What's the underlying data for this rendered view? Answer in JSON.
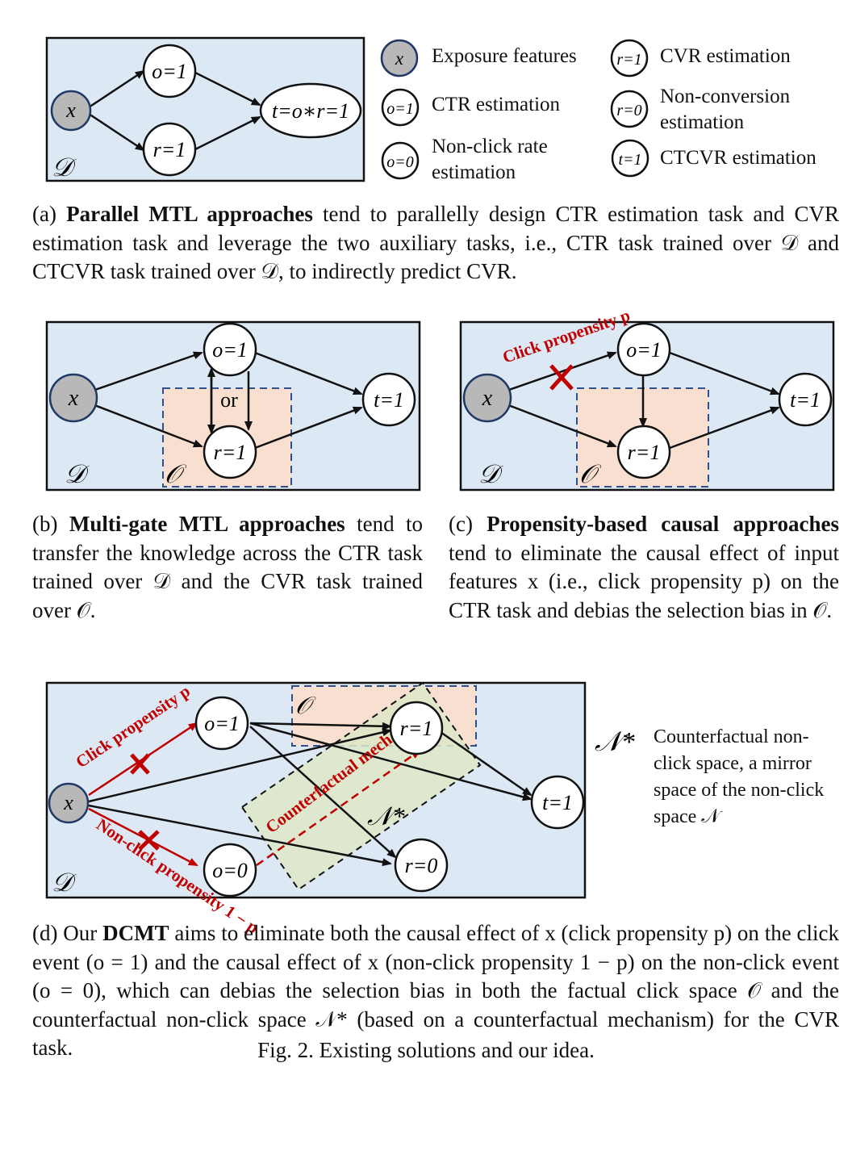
{
  "panel_a": {
    "nodes": {
      "x": "x",
      "o": "o=1",
      "r": "r=1",
      "t": "t=o∗r=1"
    },
    "space": "𝒟"
  },
  "legend": [
    {
      "symbol": "x",
      "text": "Exposure features",
      "filled": true
    },
    {
      "symbol": "r=1",
      "text": "CVR estimation",
      "filled": false
    },
    {
      "symbol": "o=1",
      "text": "CTR estimation",
      "filled": false
    },
    {
      "symbol": "r=0",
      "text": "Non-conversion estimation",
      "filled": false
    },
    {
      "symbol": "o=0",
      "text": "Non-click rate estimation",
      "filled": false
    },
    {
      "symbol": "t=1",
      "text": "CTCVR estimation",
      "filled": false
    }
  ],
  "caption_a": {
    "prefix": "(a) ",
    "bold": "Parallel MTL approaches",
    "text": " tend to parallelly design CTR estimation task and CVR estimation task and leverage the two auxiliary tasks, i.e., CTR task trained over 𝒟 and CTCVR task trained over 𝒟, to indirectly predict CVR."
  },
  "panel_b": {
    "nodes": {
      "x": "x",
      "o": "o=1",
      "r": "r=1",
      "t": "t=1"
    },
    "or": "or",
    "space_d": "𝒟",
    "space_o": "𝒪"
  },
  "panel_c": {
    "nodes": {
      "x": "x",
      "o": "o=1",
      "r": "r=1",
      "t": "t=1"
    },
    "propensity": "Click propensity p",
    "space_d": "𝒟",
    "space_o": "𝒪"
  },
  "caption_b": {
    "prefix": "(b) ",
    "bold": "Multi-gate MTL approaches",
    "text": " tend to transfer the knowledge across the CTR task trained over 𝒟 and the CVR task trained over 𝒪."
  },
  "caption_c": {
    "prefix": "(c) ",
    "bold": "Propensity-based causal approaches",
    "text": " tend to eliminate the causal effect of input features x (i.e., click propensity p) on the CTR task and debias the selection bias in 𝒪."
  },
  "panel_d": {
    "nodes": {
      "x": "x",
      "o1": "o=1",
      "o0": "o=0",
      "r1": "r=1",
      "r0": "r=0",
      "t": "t=1"
    },
    "click_propensity": "Click propensity p",
    "nonclick_propensity": "Non-click propensity 1 − p",
    "mechanism": "Counterfactual mechanism",
    "space_d": "𝒟",
    "space_o": "𝒪",
    "space_n": "𝒩*"
  },
  "note_d": {
    "symbol": "𝒩*",
    "text": "Counterfactual non-click space, a mirror space of the non-click space 𝒩"
  },
  "caption_d": {
    "prefix": "(d) Our ",
    "bold": "DCMT",
    "text": " aims to eliminate both the causal effect of x (click propensity p) on the click event (o = 1) and the causal effect of x (non-click propensity 1 − p) on the non-click event (o = 0), which can debias the selection bias in both the factual click space 𝒪 and the counterfactual non-click space 𝒩* (based on a counterfactual mechanism) for the CVR task."
  },
  "figure_caption": "Fig. 2.  Existing solutions and our idea.",
  "colors": {
    "panel_bg": "#dde8f5",
    "click_space": "#f8dfcf",
    "cf_space": "#dde8c8",
    "accent_red": "#c00000",
    "node_gray": "#b8b8b8",
    "dashed_blue": "#2f4f8f"
  }
}
